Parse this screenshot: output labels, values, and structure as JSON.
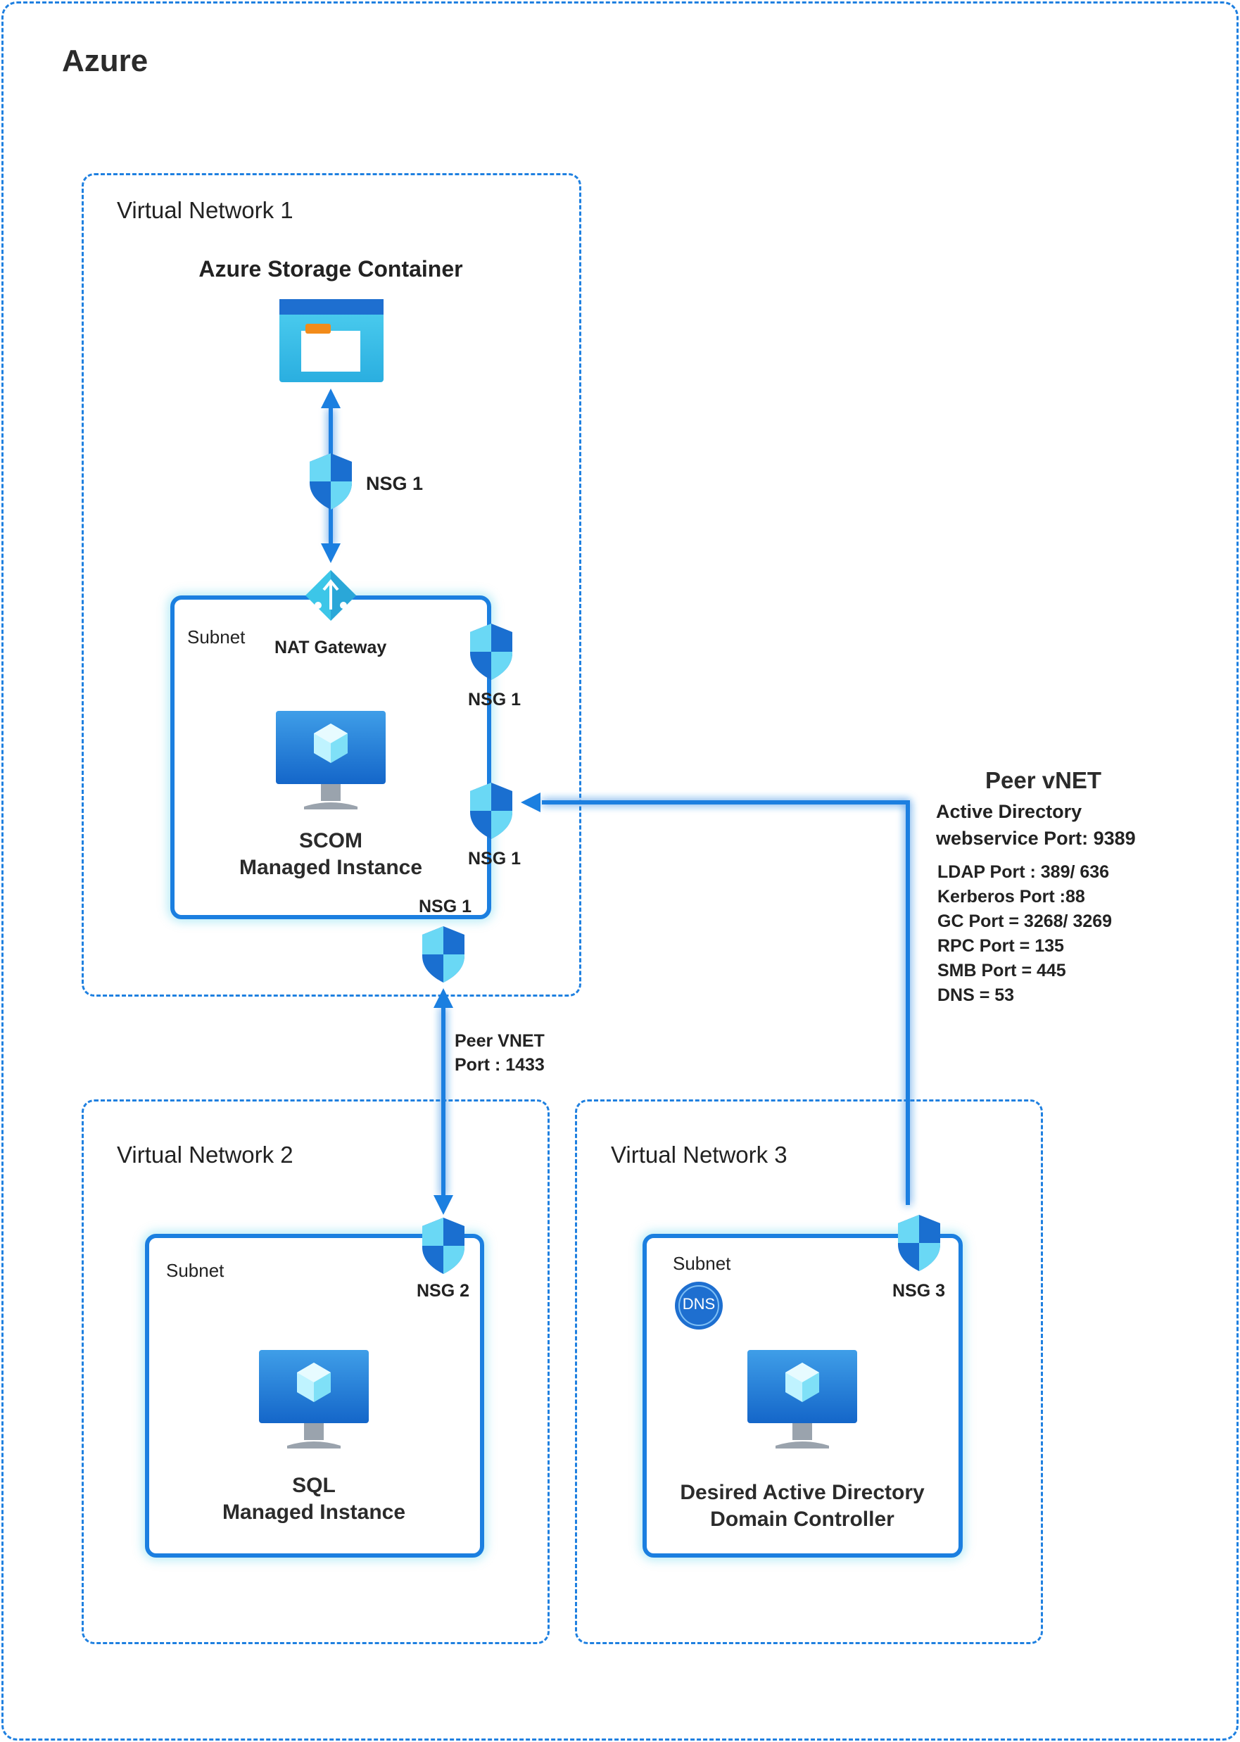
{
  "azure_label": "Azure",
  "vnet1": {
    "title": "Virtual Network 1",
    "storage_title": "Azure Storage Container",
    "nsg_storage": "NSG 1",
    "subnet_label": "Subnet",
    "nat_label": "NAT Gateway",
    "nsg_top": "NSG 1",
    "nsg_mid": "NSG 1",
    "nsg_bottom": "NSG 1",
    "vm_line1": "SCOM",
    "vm_line2": "Managed Instance"
  },
  "peer_sql": {
    "line1": "Peer VNET",
    "line2": "Port : 1433"
  },
  "peer_ad": {
    "title": "Peer vNET",
    "line1": "Active Directory",
    "line2": "webservice Port: 9389",
    "ports": [
      "LDAP Port : 389/ 636",
      "Kerberos Port :88",
      "GC Port = 3268/ 3269",
      "RPC Port = 135",
      "SMB Port = 445",
      "DNS = 53"
    ]
  },
  "vnet2": {
    "title": "Virtual Network 2",
    "subnet_label": "Subnet",
    "nsg": "NSG 2",
    "vm_line1": "SQL",
    "vm_line2": "Managed Instance"
  },
  "vnet3": {
    "title": "Virtual Network 3",
    "subnet_label": "Subnet",
    "dns_label": "DNS",
    "nsg": "NSG 3",
    "vm_line1": "Desired Active Directory",
    "vm_line2": "Domain Controller"
  },
  "colors": {
    "border": "#1f80e0",
    "arrow": "#1b7fe0",
    "glow": "#4fd6ef",
    "shield_dark": "#1a6fd0",
    "shield_light": "#5fd3f3"
  },
  "icons": [
    "storage-container-icon",
    "shield-icon",
    "nat-gateway-icon",
    "monitor-vm-icon",
    "dns-icon"
  ]
}
